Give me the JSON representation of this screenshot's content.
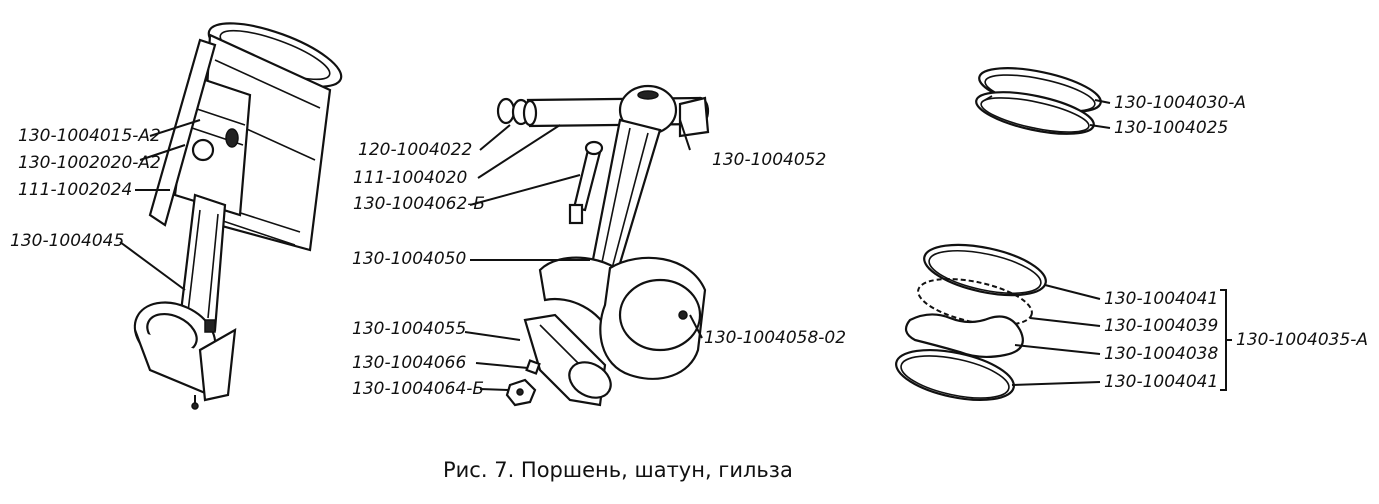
{
  "caption": "Рис. 7. Поршень, шатун, гильза",
  "labels": {
    "l1": "130-1004015-А2",
    "l2": "130-1002020-А2",
    "l3": "111-1002024",
    "l4": "130-1004045",
    "l5": "120-1004022",
    "l6": "111-1004020",
    "l7": "130-1004062-Б",
    "l8": "130-1004052",
    "l9": "130-1004050",
    "l10": "130-1004055",
    "l11": "130-1004058-02",
    "l12": "130-1004066",
    "l13": "130-1004064-Б",
    "l14": "130-1004030-А",
    "l15": "130-1004025",
    "l16": "130-1004041",
    "l17": "130-1004039",
    "l18": "130-1004038",
    "l19": "130-1004041",
    "l20": "130-1004035-А"
  }
}
